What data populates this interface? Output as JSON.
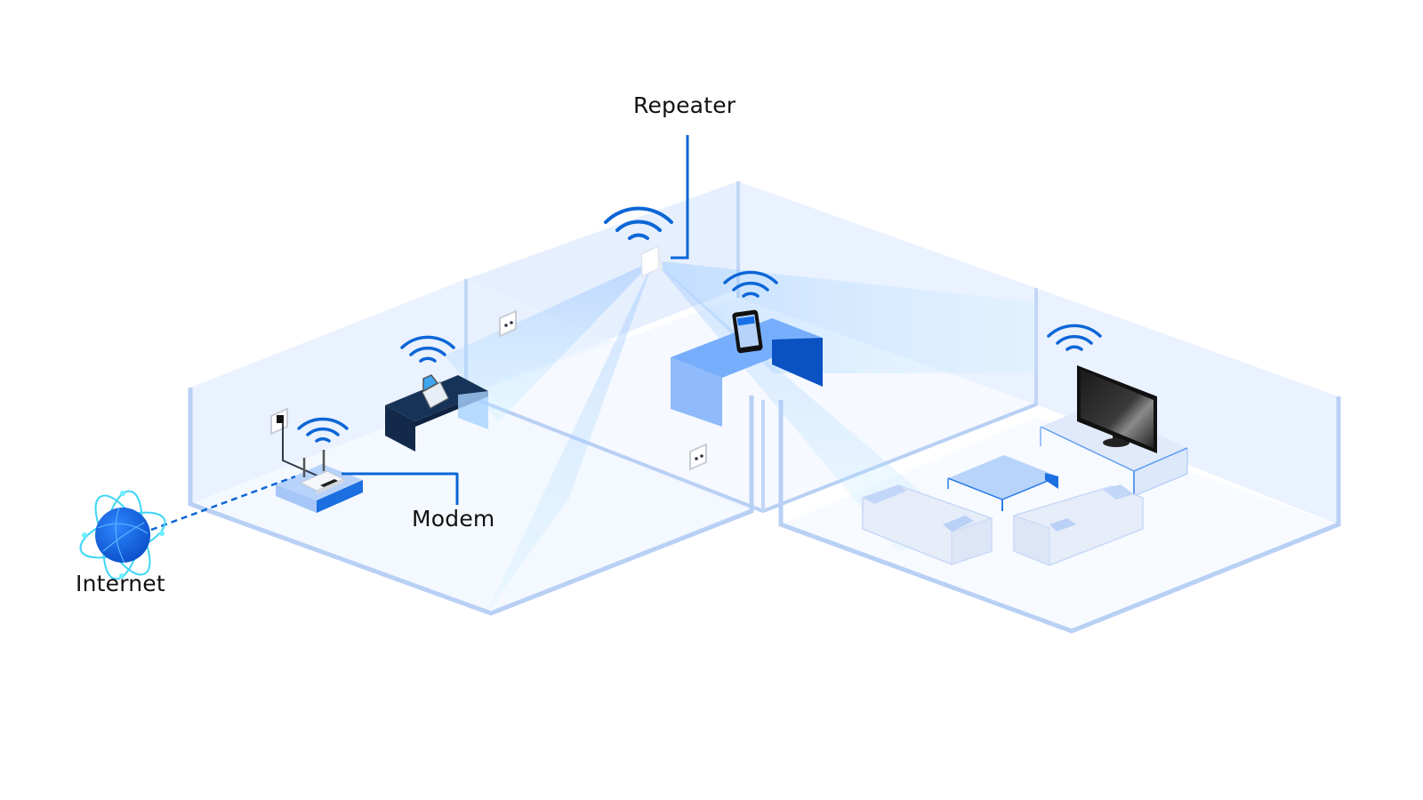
{
  "diagram": {
    "title": "Home Wi-Fi network with repeater",
    "labels": {
      "repeater": "Repeater",
      "modem": "Modem",
      "internet": "Internet"
    },
    "nodes": [
      {
        "id": "internet",
        "label": "Internet",
        "icon": "globe-icon"
      },
      {
        "id": "modem",
        "label": "Modem",
        "icon": "router-icon",
        "wifi": true
      },
      {
        "id": "repeater",
        "label": "Repeater",
        "icon": "repeater-icon",
        "wifi": true
      },
      {
        "id": "laptop",
        "icon": "laptop-icon",
        "wifi": true
      },
      {
        "id": "tablet",
        "icon": "tablet-icon",
        "wifi": true
      },
      {
        "id": "tv",
        "icon": "tv-icon",
        "wifi": true
      }
    ],
    "links": [
      {
        "from": "internet",
        "to": "modem",
        "style": "dashed"
      },
      {
        "from": "repeater",
        "to": "laptop-area",
        "style": "signal-beam"
      },
      {
        "from": "repeater",
        "to": "tablet",
        "style": "signal-beam"
      },
      {
        "from": "repeater",
        "to": "living-room",
        "style": "signal-beam"
      }
    ],
    "colors": {
      "accent": "#0a66d6",
      "wall": "#dce8fb",
      "outline": "#b9d0f5",
      "beam": "#8fdcff",
      "text": "#111111",
      "desk_dark": "#12294a",
      "globe": "#1565e0"
    }
  }
}
